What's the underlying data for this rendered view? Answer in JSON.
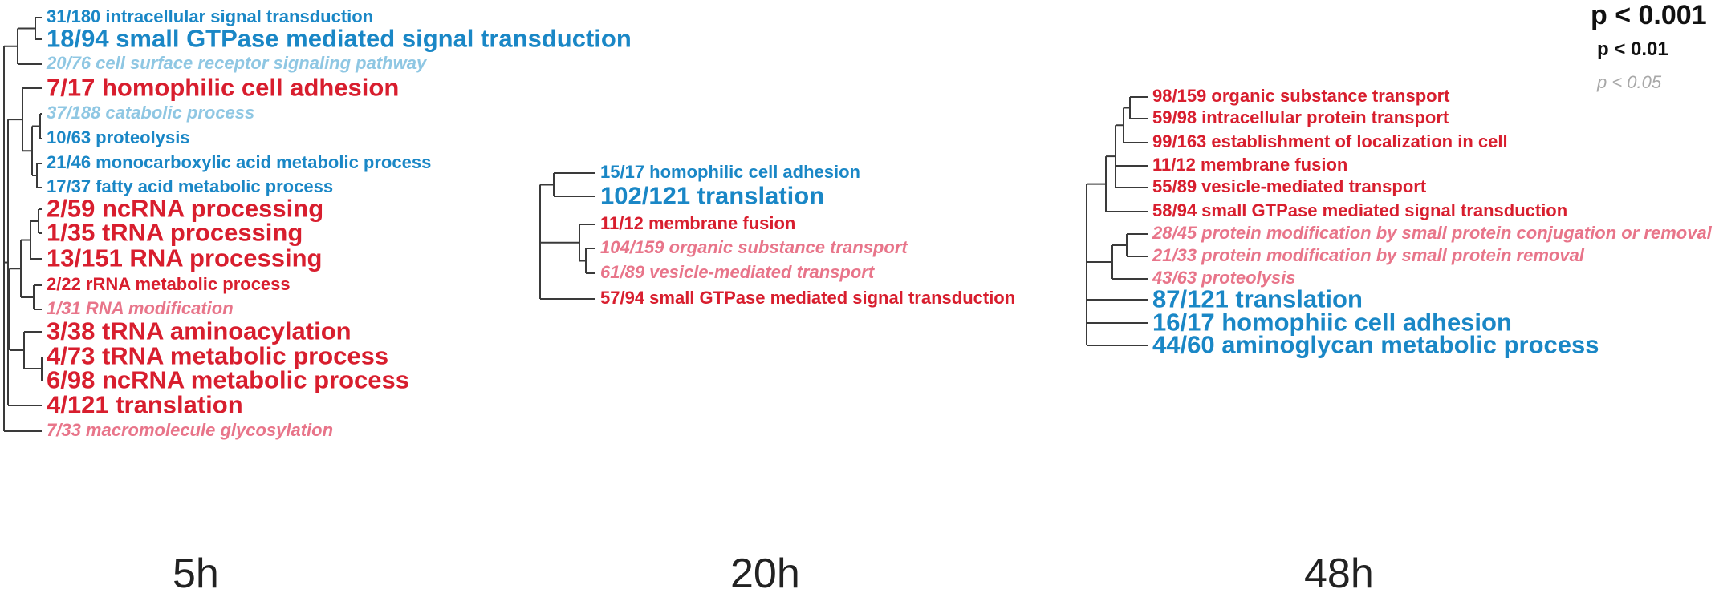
{
  "legend": {
    "p1": "p < 0.001",
    "p2": "p < 0.01",
    "p3": "p < 0.05"
  },
  "colors": {
    "up": "#d81e2e",
    "up_light": "#e8758a",
    "down": "#1a87c6",
    "down_light": "#8fc7e3",
    "tree": "#3a3a3a"
  },
  "panels": [
    {
      "label": "5h",
      "terms": [
        {
          "text": "31/180 intracellular signal transduction",
          "color": "blue",
          "sig": 2
        },
        {
          "text": "18/94 small GTPase mediated signal transduction",
          "color": "blue",
          "sig": 1
        },
        {
          "text": "20/76 cell surface receptor signaling pathway",
          "color": "blue",
          "sig": 3
        },
        {
          "text": "7/17 homophilic cell adhesion",
          "color": "red",
          "sig": 1
        },
        {
          "text": "37/188 catabolic process",
          "color": "blue",
          "sig": 3
        },
        {
          "text": "10/63 proteolysis",
          "color": "blue",
          "sig": 2
        },
        {
          "text": "21/46 monocarboxylic acid metabolic process",
          "color": "blue",
          "sig": 2
        },
        {
          "text": "17/37 fatty acid metabolic process",
          "color": "blue",
          "sig": 2
        },
        {
          "text": "2/59 ncRNA processing",
          "color": "red",
          "sig": 1
        },
        {
          "text": "1/35 tRNA processing",
          "color": "red",
          "sig": 1
        },
        {
          "text": "13/151 RNA processing",
          "color": "red",
          "sig": 1
        },
        {
          "text": "2/22 rRNA metabolic process",
          "color": "red",
          "sig": 2
        },
        {
          "text": "1/31 RNA modification",
          "color": "red",
          "sig": 3
        },
        {
          "text": "3/38 tRNA aminoacylation",
          "color": "red",
          "sig": 1
        },
        {
          "text": "4/73 tRNA metabolic process",
          "color": "red",
          "sig": 1
        },
        {
          "text": "6/98 ncRNA metabolic process",
          "color": "red",
          "sig": 1
        },
        {
          "text": "4/121 translation",
          "color": "red",
          "sig": 1
        },
        {
          "text": "7/33 macromolecule glycosylation",
          "color": "red",
          "sig": 3
        }
      ]
    },
    {
      "label": "20h",
      "terms": [
        {
          "text": "15/17 homophilic cell adhesion",
          "color": "blue",
          "sig": 2
        },
        {
          "text": "102/121 translation",
          "color": "blue",
          "sig": 1
        },
        {
          "text": "11/12 membrane fusion",
          "color": "red",
          "sig": 2
        },
        {
          "text": "104/159 organic substance transport",
          "color": "red",
          "sig": 3
        },
        {
          "text": "61/89 vesicle-mediated transport",
          "color": "red",
          "sig": 3
        },
        {
          "text": "57/94 small GTPase mediated signal transduction",
          "color": "red",
          "sig": 2
        }
      ]
    },
    {
      "label": "48h",
      "terms": [
        {
          "text": "98/159 organic substance transport",
          "color": "red",
          "sig": 2
        },
        {
          "text": "59/98 intracellular protein transport",
          "color": "red",
          "sig": 2
        },
        {
          "text": "99/163 establishment of localization in cell",
          "color": "red",
          "sig": 2
        },
        {
          "text": "11/12 membrane fusion",
          "color": "red",
          "sig": 2
        },
        {
          "text": "55/89 vesicle-mediated transport",
          "color": "red",
          "sig": 2
        },
        {
          "text": "58/94 small GTPase mediated signal transduction",
          "color": "red",
          "sig": 2
        },
        {
          "text": "28/45 protein modification by small protein conjugation or removal",
          "color": "red",
          "sig": 3
        },
        {
          "text": "21/33 protein modification by small protein removal",
          "color": "red",
          "sig": 3
        },
        {
          "text": "43/63 proteolysis",
          "color": "red",
          "sig": 3
        },
        {
          "text": "87/121 translation",
          "color": "blue",
          "sig": 1
        },
        {
          "text": "16/17 homophiic cell adhesion",
          "color": "blue",
          "sig": 1
        },
        {
          "text": "44/60 aminoglycan metabolic process",
          "color": "blue",
          "sig": 1
        }
      ]
    }
  ]
}
